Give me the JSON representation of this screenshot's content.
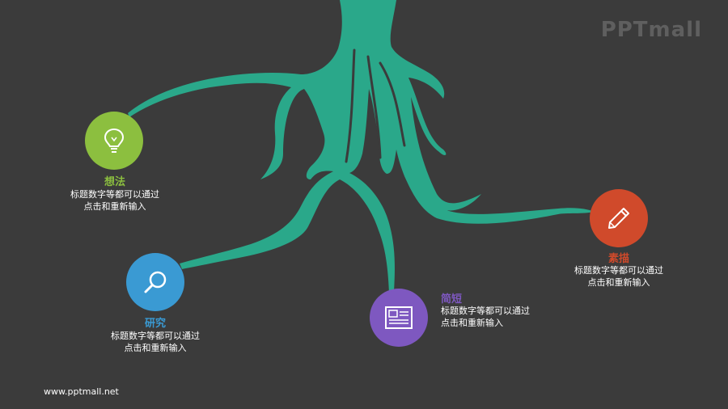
{
  "brand": "PPTmall",
  "footer_url": "www.pptmall.net",
  "colors": {
    "background": "#3b3b3b",
    "roots": "#2aa88a",
    "idea": "#8cbf3f",
    "research": "#3a9ad3",
    "brief": "#7e58c0",
    "material": "#d04a2b"
  },
  "items": [
    {
      "title": "想法",
      "desc_line1": "标题数字等都可以通过",
      "desc_line2": "点击和重新输入",
      "icon": "lightbulb-icon"
    },
    {
      "title": "研究",
      "desc_line1": "标题数字等都可以通过",
      "desc_line2": "点击和重新输入",
      "icon": "magnifier-icon"
    },
    {
      "title": "简短",
      "desc_line1": "标题数字等都可以通过",
      "desc_line2": "点击和重新输入",
      "icon": "document-icon"
    },
    {
      "title": "素描",
      "desc_line1": "标题数字等都可以通过",
      "desc_line2": "点击和重新输入",
      "icon": "pencil-icon"
    }
  ]
}
